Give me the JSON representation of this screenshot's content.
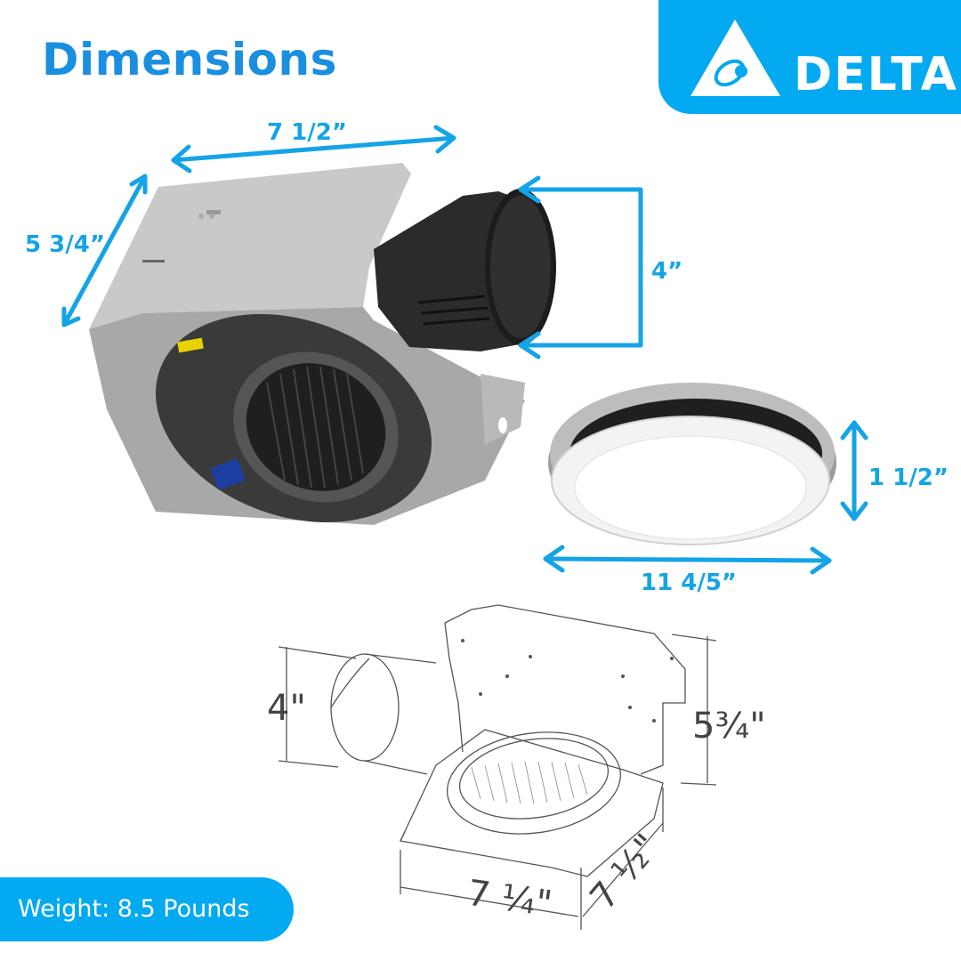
{
  "header": {
    "title": "Dimensions",
    "brand": {
      "name": "DELTA",
      "color": "#03a9f1"
    }
  },
  "colors": {
    "accent": "#03a9f1",
    "dimension_text": "#14a4e6",
    "title": "#1a8fe0",
    "drawing_text": "#444444"
  },
  "photo_dimensions": {
    "housing_width": "7 1/2”",
    "housing_depth": "5 3/4”",
    "duct_diameter": "4”",
    "grille_height": "1 1/2”",
    "grille_diameter": "11 4/5”"
  },
  "drawing_dimensions": {
    "duct": "4\"",
    "height": "5¾\"",
    "width": "7 ¼\"",
    "depth": "7 ½\""
  },
  "weight": {
    "label": "Weight: 8.5 Pounds"
  }
}
